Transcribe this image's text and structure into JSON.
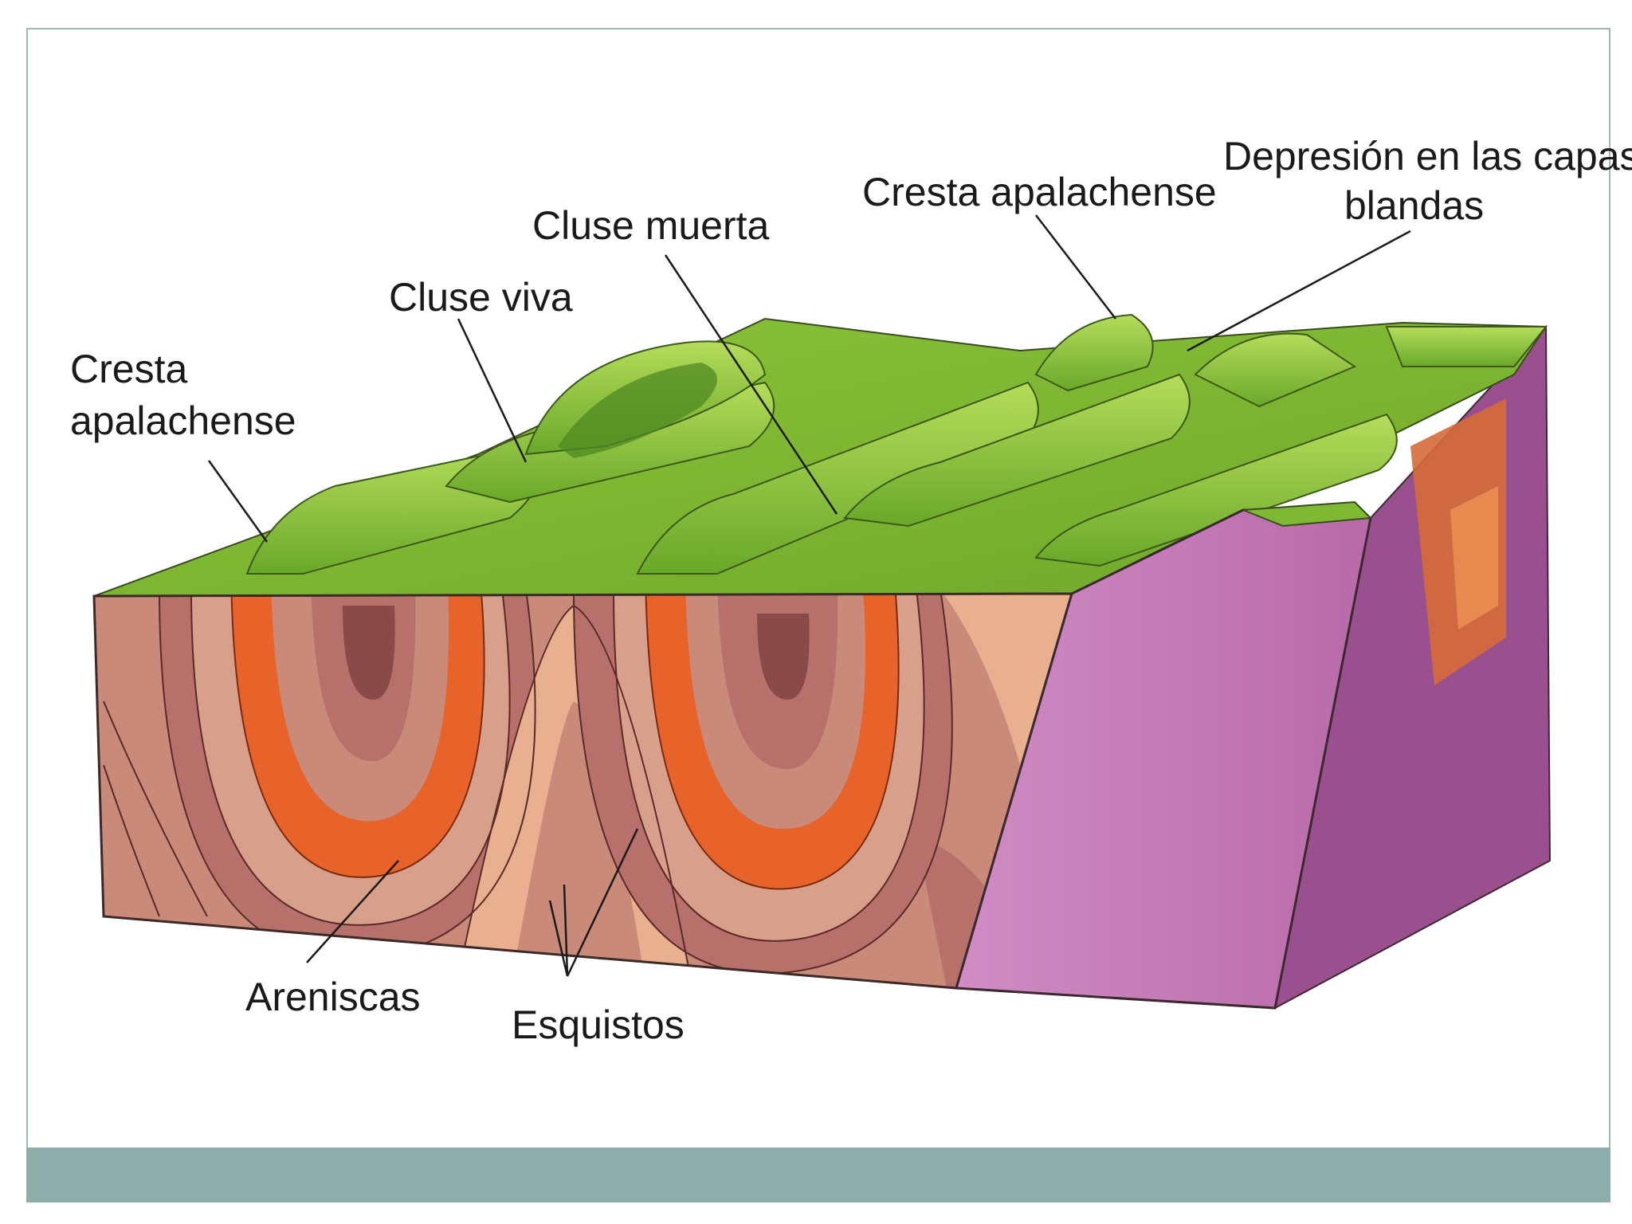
{
  "labels": {
    "cresta_left_line1": "Cresta",
    "cresta_left_line2": "apalachense",
    "cluse_viva": "Cluse viva",
    "cluse_muerta": "Cluse muerta",
    "cresta_right": "Cresta apalachense",
    "depresion_line1": "Depresión en las capas",
    "depresion_line2": "blandas",
    "areniscas": "Areniscas",
    "esquistos": "Esquistos"
  },
  "colors": {
    "frame_border": "#9fb8b4",
    "footer_band": "#8fada8",
    "surface_green": "#7fb832",
    "ridge_green": "#9acd3e",
    "sandstone_orange": "#e8632a",
    "shale_pink": "#c98a7a",
    "shale_light": "#e8b08f",
    "purple_block": "#c77cb4",
    "purple_side": "#9a4f8e"
  }
}
